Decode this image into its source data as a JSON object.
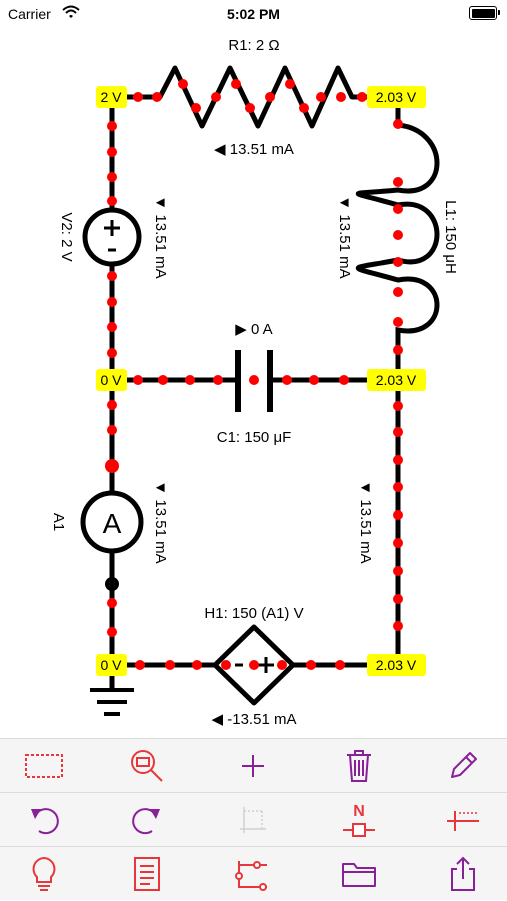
{
  "status_bar": {
    "carrier": "Carrier",
    "time": "5:02 PM",
    "battery_level": 1.0
  },
  "circuit": {
    "components": {
      "r1": {
        "label": "R1: 2 Ω",
        "current": "◀ 13.51 mA"
      },
      "v2": {
        "label": "V2: 2 V",
        "current": "▼ 13.51 mA"
      },
      "l1": {
        "label": "L1: 150 μH",
        "current": "▼ 13.51 mA"
      },
      "c1": {
        "label": "C1: 150 μF",
        "current": "▶ 0 A"
      },
      "a1": {
        "label": "A1",
        "current": "▼ 13.51 mA"
      },
      "right_wire": {
        "current": "▼ 13.51 mA"
      },
      "h1": {
        "label": "H1: 150 (A1) V",
        "current": "◀ -13.51 mA"
      }
    },
    "nodes": {
      "top_left": "2 V",
      "top_right": "2.03 V",
      "mid_left": "0 V",
      "mid_right": "2.03 V",
      "bottom_left": "0 V",
      "bottom_right": "2.03 V"
    },
    "colors": {
      "wire": "#000000",
      "dot": "#ff0000",
      "node_label_bg": "#ffff00",
      "node_label_text": "#000000"
    }
  },
  "toolbar": {
    "row1": [
      "select-box-icon",
      "zoom-icon",
      "add-icon",
      "trash-icon",
      "pencil-icon"
    ],
    "row2": [
      "undo-icon",
      "redo-icon",
      "grid-icon",
      "node-toggle-icon",
      "probe-icon"
    ],
    "row3": [
      "lightbulb-icon",
      "document-icon",
      "schematic-icon",
      "folder-icon",
      "share-icon"
    ],
    "node_toggle_letter": "N",
    "colors": {
      "red": "#e8373c",
      "purple": "#8a1f9a",
      "disabled": "#d0d0d0"
    }
  }
}
